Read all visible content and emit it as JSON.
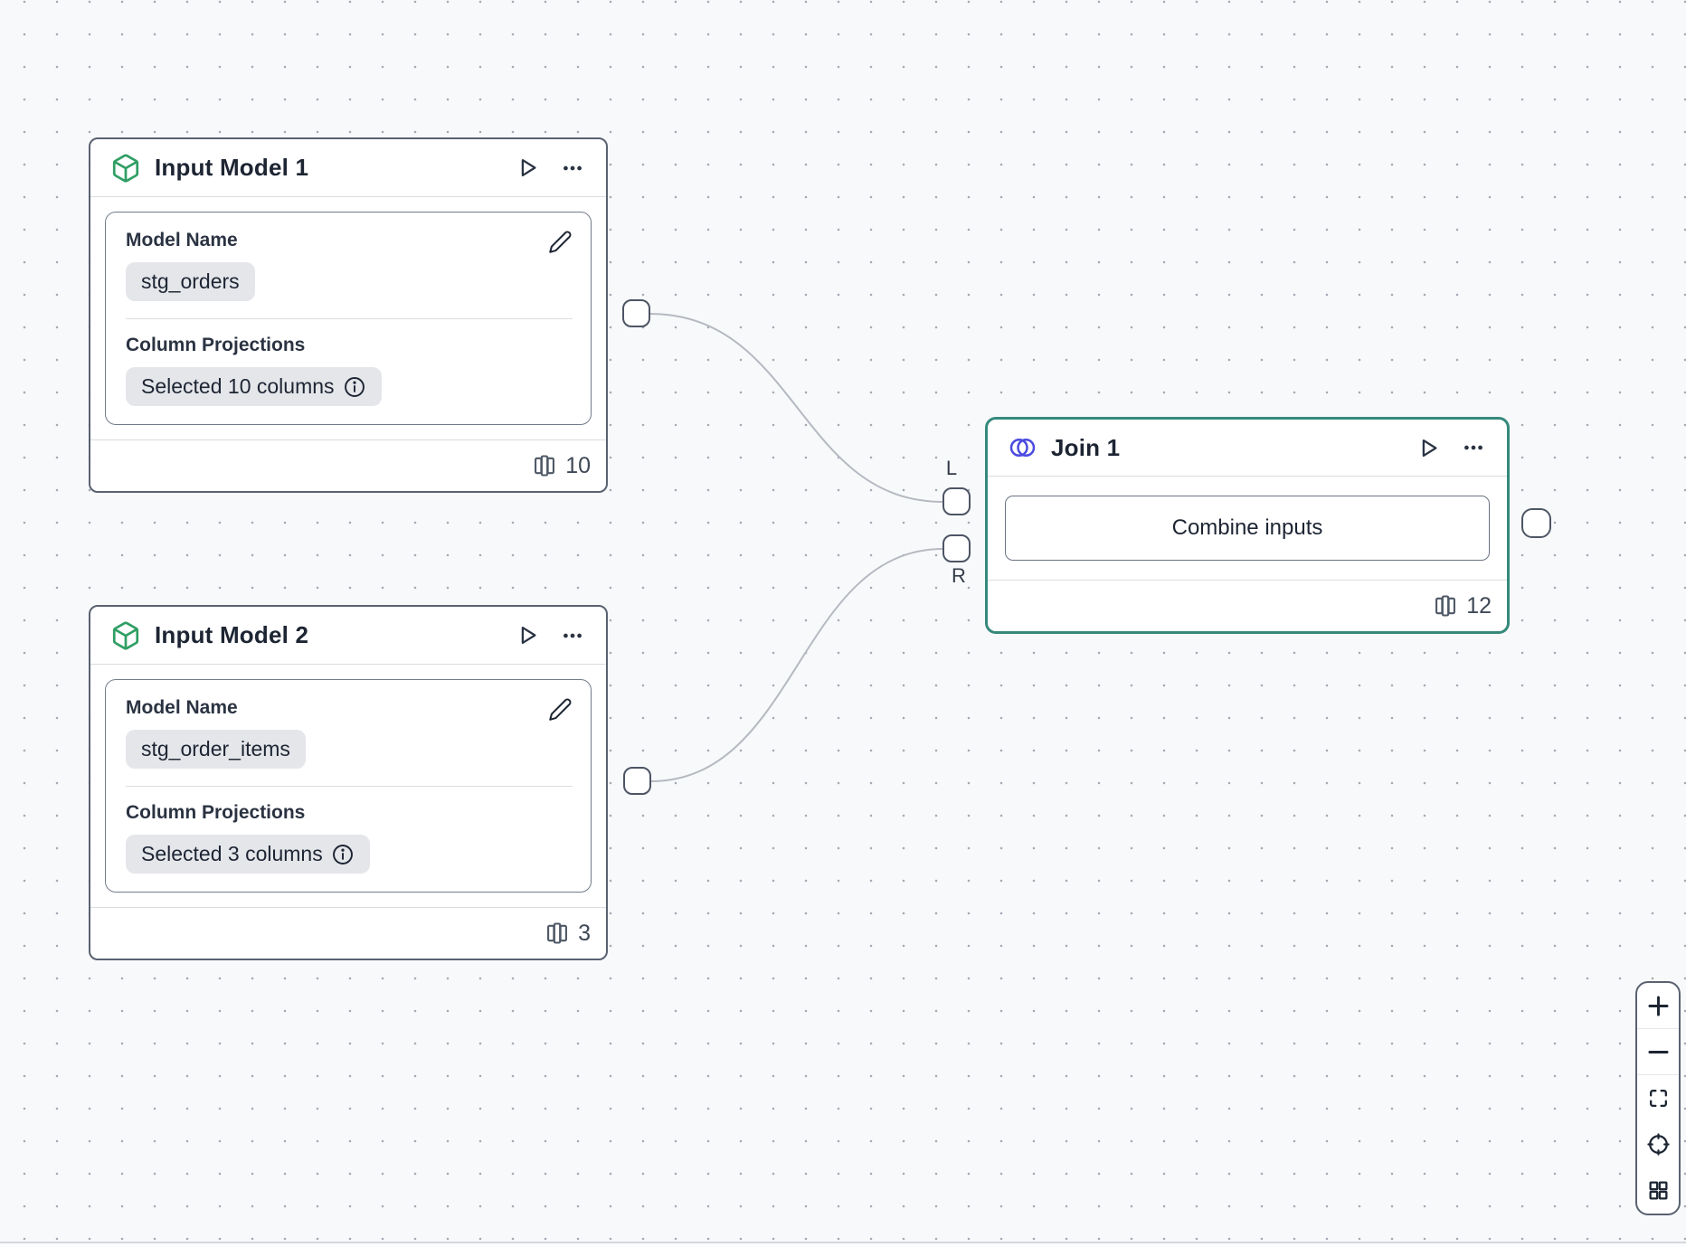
{
  "colors": {
    "accent_teal": "#35897b",
    "node_border": "#5a6271",
    "join_icon_indigo": "#4b4be0",
    "input_icon_green": "#2f9e63",
    "edge_gray": "#b5b9c1",
    "chip_bg": "#e4e6ea",
    "text_dark": "#1d2533"
  },
  "nodes": {
    "input_model_1": {
      "title": "Input Model 1",
      "model_name_label": "Model Name",
      "model_name_value": "stg_orders",
      "projections_label": "Column Projections",
      "projections_value": "Selected 10 columns",
      "column_count": "10"
    },
    "input_model_2": {
      "title": "Input Model 2",
      "model_name_label": "Model Name",
      "model_name_value": "stg_order_items",
      "projections_label": "Column Projections",
      "projections_value": "Selected 3 columns",
      "column_count": "3"
    },
    "join_1": {
      "title": "Join 1",
      "button_label": "Combine inputs",
      "column_count": "12",
      "left_port_label": "L",
      "right_port_label": "R"
    }
  },
  "icons": {
    "node_type_input": "box-icon",
    "node_type_join": "overlapping-circles-icon",
    "run": "play-icon",
    "menu": "ellipsis-icon",
    "edit": "pencil-icon",
    "info": "info-icon",
    "columns": "columns-icon"
  },
  "controls": {
    "zoom_in": "+",
    "zoom_out": "−",
    "fit_view": "fit-view",
    "locate": "locate",
    "grid": "grid"
  }
}
